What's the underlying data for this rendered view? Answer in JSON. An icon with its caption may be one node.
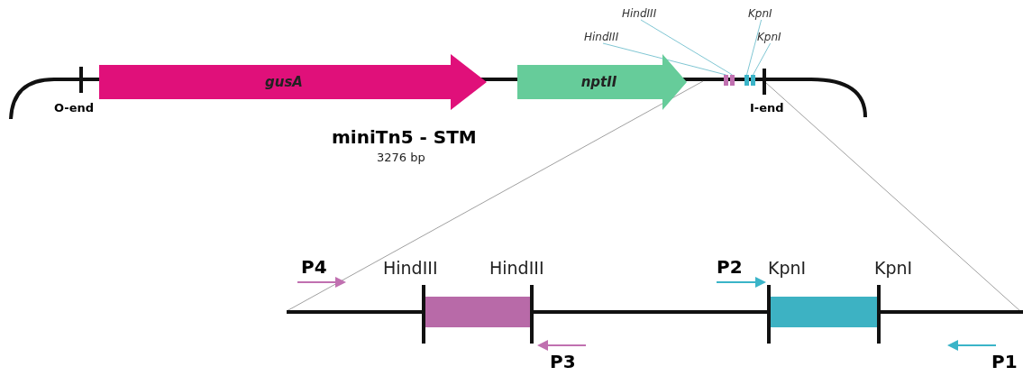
{
  "diagram": {
    "nodes": [
      {
        "text": [
          "gusA"
        ]
      },
      {
        "text": [
          "nptII"
        ]
      },
      {
        "text": [
          "HindIII"
        ]
      },
      {
        "text": [
          "KpnI"
        ]
      },
      {
        "text": [
          "HindIII"
        ]
      },
      {
        "text": [
          "KpnI"
        ]
      },
      {
        "text": [],
        "shape": "bar"
      },
      {
        "text": [],
        "shape": "bar"
      },
      {
        "text": [],
        "shape": "bar"
      },
      {
        "text": [],
        "shape": "bar"
      },
      {
        "text": [],
        "shape": "box"
      },
      {
        "text": [],
        "shape": "box"
      }
    ],
    "edges": [
      {
        "from": 4,
        "to": 6,
        "arrow": "none"
      },
      {
        "from": 2,
        "to": 7,
        "arrow": "none"
      },
      {
        "from": 3,
        "to": 8,
        "arrow": "none"
      },
      {
        "from": 5,
        "to": 9,
        "arrow": "none"
      }
    ],
    "labels": [
      "O-end",
      "I-end",
      "miniTn5 - STM",
      "3276 bp",
      "P4",
      "HindIII",
      "HindIII",
      "P2",
      "KpnI",
      "KpnI",
      "P3",
      "P1"
    ]
  }
}
